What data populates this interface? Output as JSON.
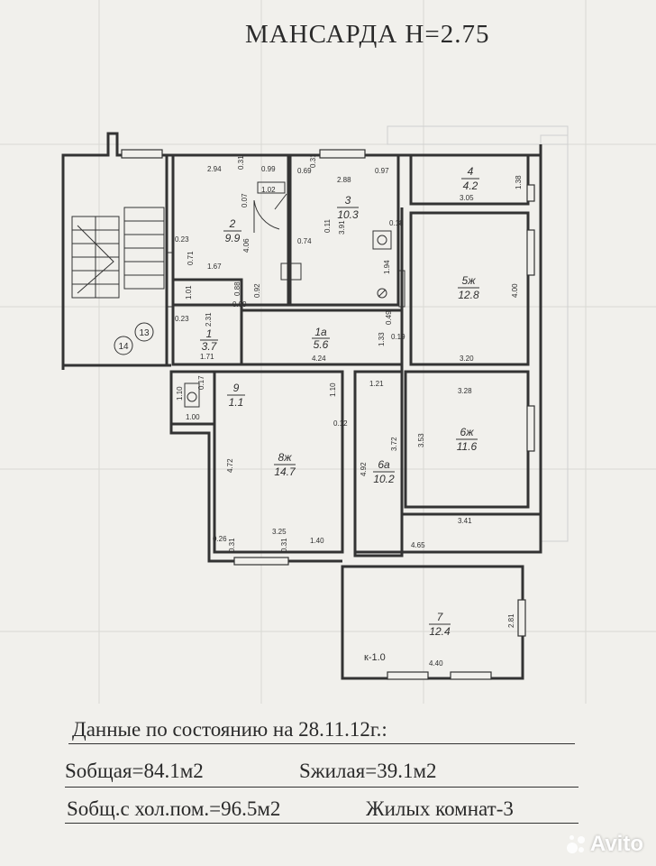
{
  "title": "МАНСАРДА  Н=2.75",
  "rooms": [
    {
      "num": "1",
      "area": "3.7"
    },
    {
      "num": "1а",
      "area": "5.6"
    },
    {
      "num": "2",
      "area": "9.9"
    },
    {
      "num": "3",
      "area": "10.3"
    },
    {
      "num": "4",
      "area": "4.2"
    },
    {
      "num": "5ж",
      "area": "12.8"
    },
    {
      "num": "6ж",
      "area": "11.6"
    },
    {
      "num": "6а",
      "area": "10.2"
    },
    {
      "num": "7",
      "area": "12.4"
    },
    {
      "num": "8ж",
      "area": "14.7"
    },
    {
      "num": "9",
      "area": "1.1"
    }
  ],
  "circles": [
    "13",
    "14"
  ],
  "dims": [
    "2.94",
    "0.31",
    "0.99",
    "1.02",
    "0.07",
    "4.06",
    "0.23",
    "0.71",
    "1.67",
    "1.01",
    "0.23",
    "2.31",
    "0.88",
    "0.09",
    "0.92",
    "1.71",
    "0.69",
    "0.31",
    "2.88",
    "0.97",
    "0.11",
    "3.91",
    "0.74",
    "0.18",
    "1.94",
    "1.38",
    "3.05",
    "4.00",
    "3.20",
    "1.33",
    "0.49",
    "0.19",
    "4.24",
    "1.10",
    "0.17",
    "1.00",
    "1.10",
    "0.12",
    "1.21",
    "3.28",
    "3.53",
    "3.72",
    "4.92",
    "4.72",
    "3.25",
    "0.26",
    "0.31",
    "0.31",
    "1.40",
    "3.41",
    "4.65",
    "2.81",
    "4.40"
  ],
  "balcony_label": "к-1.0",
  "info": {
    "date_line": "Данные по состоянию на 28.11.12г.:",
    "total": "Sобщая=84.1м2",
    "living": "Sжилая=39.1м2",
    "total_cold": "Sобщ.с хол.пом.=96.5м2",
    "rooms_count": "Жилых комнат-3"
  },
  "watermark": "Avito"
}
